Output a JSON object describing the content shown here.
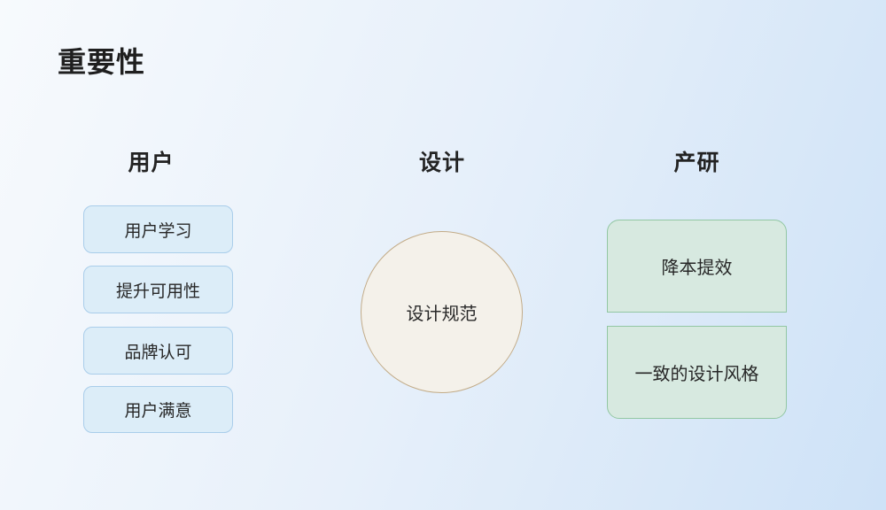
{
  "slide": {
    "title": "重要性"
  },
  "columns": [
    {
      "id": "users",
      "header": "用户",
      "items": [
        "用户学习",
        "提升可用性",
        "品牌认可",
        "用户满意"
      ]
    },
    {
      "id": "design",
      "header": "设计",
      "circle_label": "设计规范"
    },
    {
      "id": "product-rd",
      "header": "产研",
      "items": [
        "降本提效",
        "一致的设计风格"
      ]
    }
  ],
  "colors": {
    "background_start": "#f7fafd",
    "background_end": "#cee2f7",
    "blue_box_fill": "#dcedf8",
    "blue_box_border": "#a9cdea",
    "green_box_fill": "#d7e9e0",
    "green_box_border": "#92c7a3",
    "circle_fill": "#f4f1ea",
    "circle_border": "#c2ab87",
    "text": "#262626"
  }
}
